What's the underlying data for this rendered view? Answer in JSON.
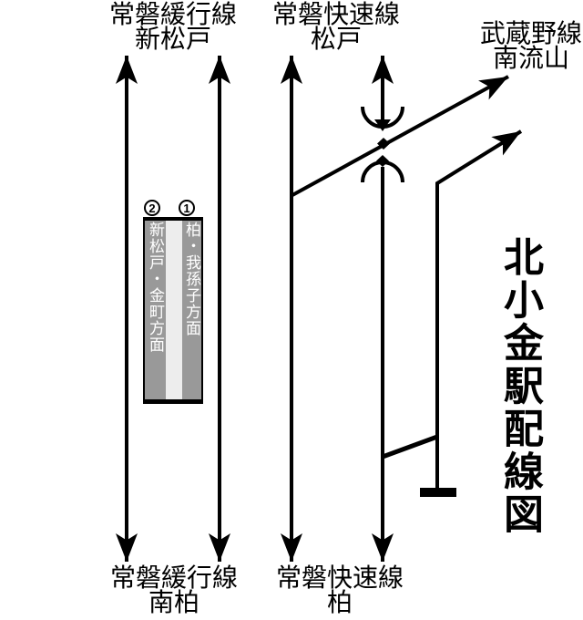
{
  "title": {
    "text": "北小金駅配線図"
  },
  "stations": {
    "top_left": {
      "line": "常磐緩行線",
      "station": "新松戸"
    },
    "top_center": {
      "line": "常磐快速線",
      "station": "松戸"
    },
    "top_right": {
      "line": "武蔵野線",
      "station": "南流山"
    },
    "bottom_left": {
      "line": "常磐緩行線",
      "station": "南柏"
    },
    "bottom_center": {
      "line": "常磐快速線",
      "station": "柏"
    }
  },
  "platform": {
    "tracks": [
      {
        "number": "2",
        "destination": "新松戸・金町方面"
      },
      {
        "number": "1",
        "destination": "柏・我孫子方面"
      }
    ]
  },
  "colors": {
    "track": "#000000",
    "background": "#ffffff",
    "platform_side": "#999999",
    "platform_center": "#ededed",
    "platform_text": "#ffffff"
  }
}
